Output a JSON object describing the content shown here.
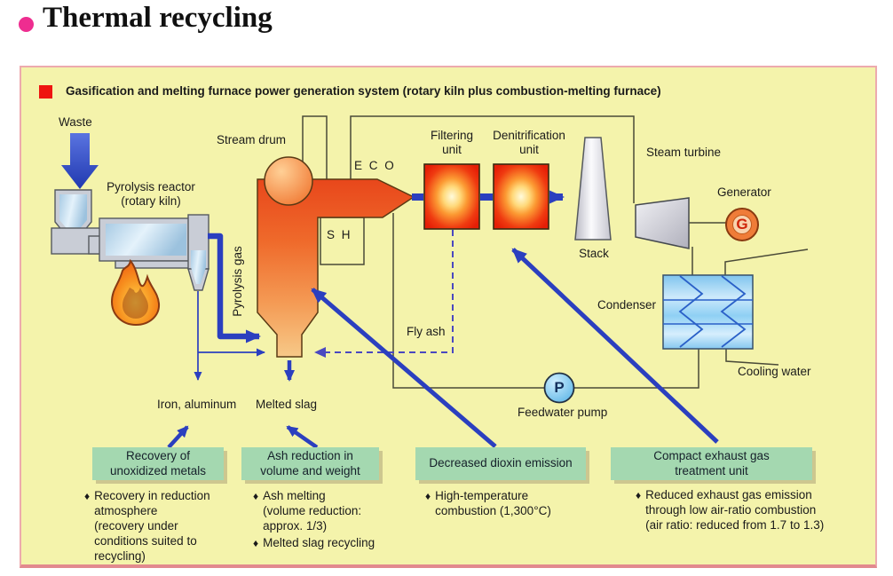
{
  "page": {
    "title": "Thermal recycling"
  },
  "panel": {
    "header": "Gasification and melting furnace power generation system (rotary kiln plus combustion-melting furnace)",
    "bullet_glyph": "♦",
    "labels": {
      "waste": "Waste",
      "pyrolysis_reactor": "Pyrolysis reactor\n(rotary kiln)",
      "stream_drum": "Stream drum",
      "eco": "E C O",
      "sh": "S H",
      "pyrolysis_gas": "Pyrolysis gas",
      "filtering_unit": "Filtering\nunit",
      "denitrification_unit": "Denitrification\nunit",
      "stack": "Stack",
      "steam_turbine": "Steam turbine",
      "generator": "Generator",
      "generator_symbol": "G",
      "condenser": "Condenser",
      "cooling_water": "Cooling water",
      "feedwater_pump": "Feedwater pump",
      "pump_symbol": "P",
      "fly_ash": "Fly ash",
      "iron_aluminum": "Iron, aluminum",
      "melted_slag": "Melted slag"
    },
    "benefits": [
      {
        "title": "Recovery of\nunoxidized metals",
        "points": [
          "Recovery in reduction\natmosphere\n(recovery under\nconditions suited to\nrecycling)"
        ]
      },
      {
        "title": "Ash reduction in\nvolume and weight",
        "points": [
          "Ash melting\n(volume reduction:\napprox. 1/3)",
          "Melted slag recycling"
        ]
      },
      {
        "title": "Decreased dioxin emission",
        "points": [
          "High-temperature\ncombustion (1,300°C)"
        ]
      },
      {
        "title": "Compact exhaust gas\ntreatment unit",
        "points": [
          "Reduced exhaust gas emission\nthrough low air-ratio combustion\n(air ratio: reduced from 1.7 to 1.3)"
        ]
      }
    ],
    "colors": {
      "panel_bg": "#f4f3ab",
      "panel_border": "#edaaae",
      "header_square": "#ee1510",
      "title_bullet": "#ee2d90",
      "green_box": "#a4d8b0",
      "arrow_blue": "#2b3fbf",
      "dashed_blue": "#4a48c0",
      "unit_red": "#e51e06",
      "furnace_orange": "#ef6a2b",
      "condenser_blue": "#8fd0f4"
    }
  }
}
